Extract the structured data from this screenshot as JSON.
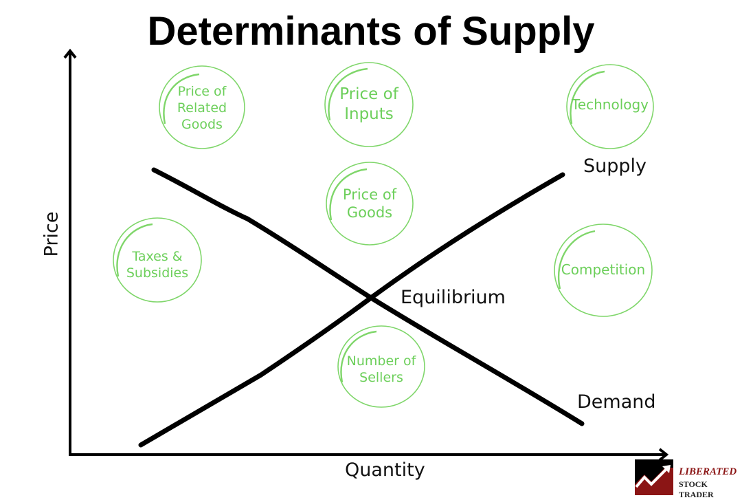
{
  "title": "Determinants of Supply",
  "axes": {
    "x_label": "Quantity",
    "y_label": "Price"
  },
  "curves": {
    "supply_label": "Supply",
    "demand_label": "Demand",
    "equilibrium_label": "Equilibrium"
  },
  "determinants": [
    {
      "id": "related-goods",
      "text": "Price of\nRelated\nGoods"
    },
    {
      "id": "inputs",
      "text": "Price of\nInputs"
    },
    {
      "id": "technology",
      "text": "Technology"
    },
    {
      "id": "goods",
      "text": "Price of\nGoods"
    },
    {
      "id": "taxes",
      "text": "Taxes &\nSubsidies"
    },
    {
      "id": "competition",
      "text": "Competition"
    },
    {
      "id": "sellers",
      "text": "Number of\nSellers"
    }
  ],
  "colors": {
    "bubble_green": "#6ccf5a",
    "line_black": "#000000",
    "logo_red": "#8b1515"
  },
  "logo": {
    "line1": "LIBERATED",
    "line2": "STOCK TRADER"
  }
}
